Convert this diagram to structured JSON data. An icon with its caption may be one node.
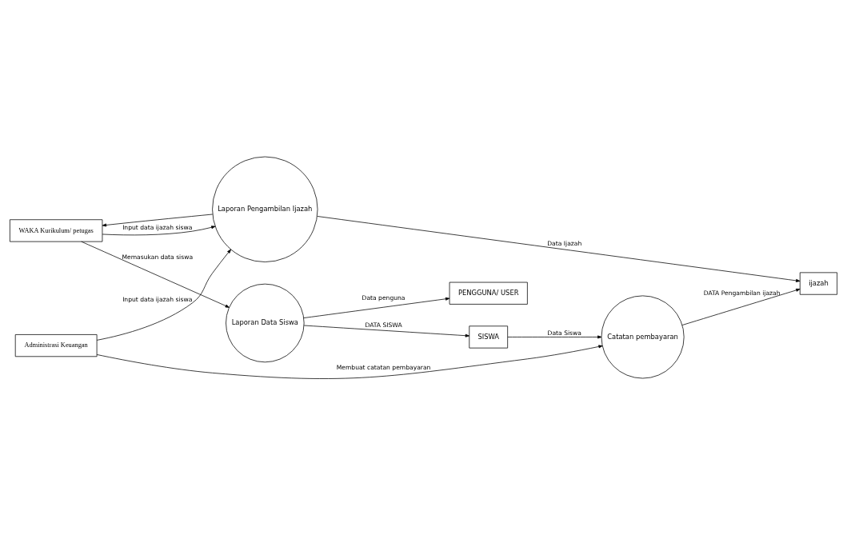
{
  "diagram": {
    "nodes": [
      {
        "text": [
          "WAKA Kurikulum/ petugas"
        ]
      },
      {
        "text": [
          "Laporan Data Siswa"
        ]
      },
      {
        "text": [
          "PENGGUNA/ USER"
        ]
      },
      {
        "text": [
          "SISWA"
        ]
      },
      {
        "text": [
          "Administrasi Keuangan"
        ]
      },
      {
        "text": [
          "Catatan pembayaran"
        ]
      },
      {
        "text": [
          "ijazah"
        ]
      },
      {
        "text": [
          "Laporan Pengambilan Ijazah"
        ]
      }
    ],
    "edges": [
      {
        "from": 0,
        "to": 1,
        "arrow": "to",
        "label": "Memasukan data siswa"
      },
      {
        "from": 1,
        "to": 2,
        "arrow": "to",
        "label": "Data penguna"
      },
      {
        "from": 1,
        "to": 3,
        "arrow": "to",
        "label": "DATA SISWA"
      },
      {
        "from": 3,
        "to": 5,
        "arrow": "to",
        "label": "Data Siswa"
      },
      {
        "from": 4,
        "to": 5,
        "arrow": "to",
        "label": "Membuat catatan pembayaran"
      },
      {
        "from": 5,
        "to": 6,
        "arrow": "to",
        "label": "DATA Pengambilan ijazah"
      },
      {
        "from": 4,
        "to": 7,
        "arrow": "to",
        "label": "Input data ijazah siswa"
      },
      {
        "from": 7,
        "to": 0,
        "arrow": "to"
      },
      {
        "from": 7,
        "to": 6,
        "arrow": "to",
        "label": "Data Ijazah"
      },
      {
        "from": 0,
        "to": 7,
        "arrow": "to",
        "label": "Input data ijazah siswa"
      }
    ]
  }
}
